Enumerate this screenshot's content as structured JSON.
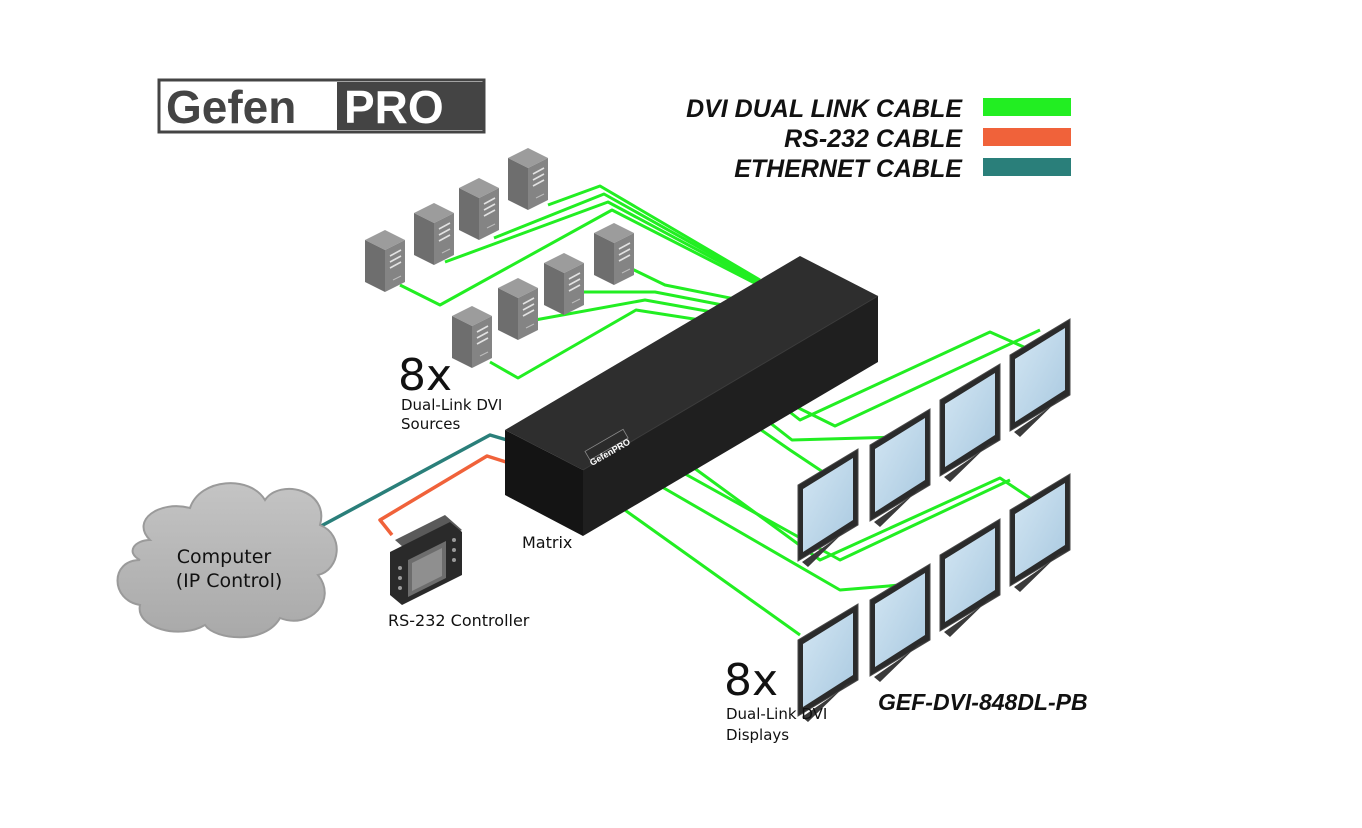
{
  "logo": {
    "part1": "Gefen",
    "part2": "PRO",
    "badge": "GefenPRO"
  },
  "legend": [
    {
      "label": "DVI DUAL LINK CABLE",
      "color": "#22ee22"
    },
    {
      "label": "RS-232 CABLE",
      "color": "#f0623a"
    },
    {
      "label": "ETHERNET CABLE",
      "color": "#2a7f7a"
    }
  ],
  "sources": {
    "count": "8x",
    "line1": "Dual-Link DVI",
    "line2": "Sources"
  },
  "displays": {
    "count": "8x",
    "line1": "Dual-Link DVI",
    "line2": "Displays"
  },
  "matrix_label": "Matrix",
  "computer": {
    "line1": "Computer",
    "line2": "(IP Control)"
  },
  "controller_label": "RS-232 Controller",
  "model": "GEF-DVI-848DL-PB",
  "colors": {
    "dvi": "#22ee22",
    "rs232": "#f0623a",
    "ethernet": "#2a7f7a",
    "matrix": "#1c1c1c",
    "screen": "#bcd8ec"
  }
}
